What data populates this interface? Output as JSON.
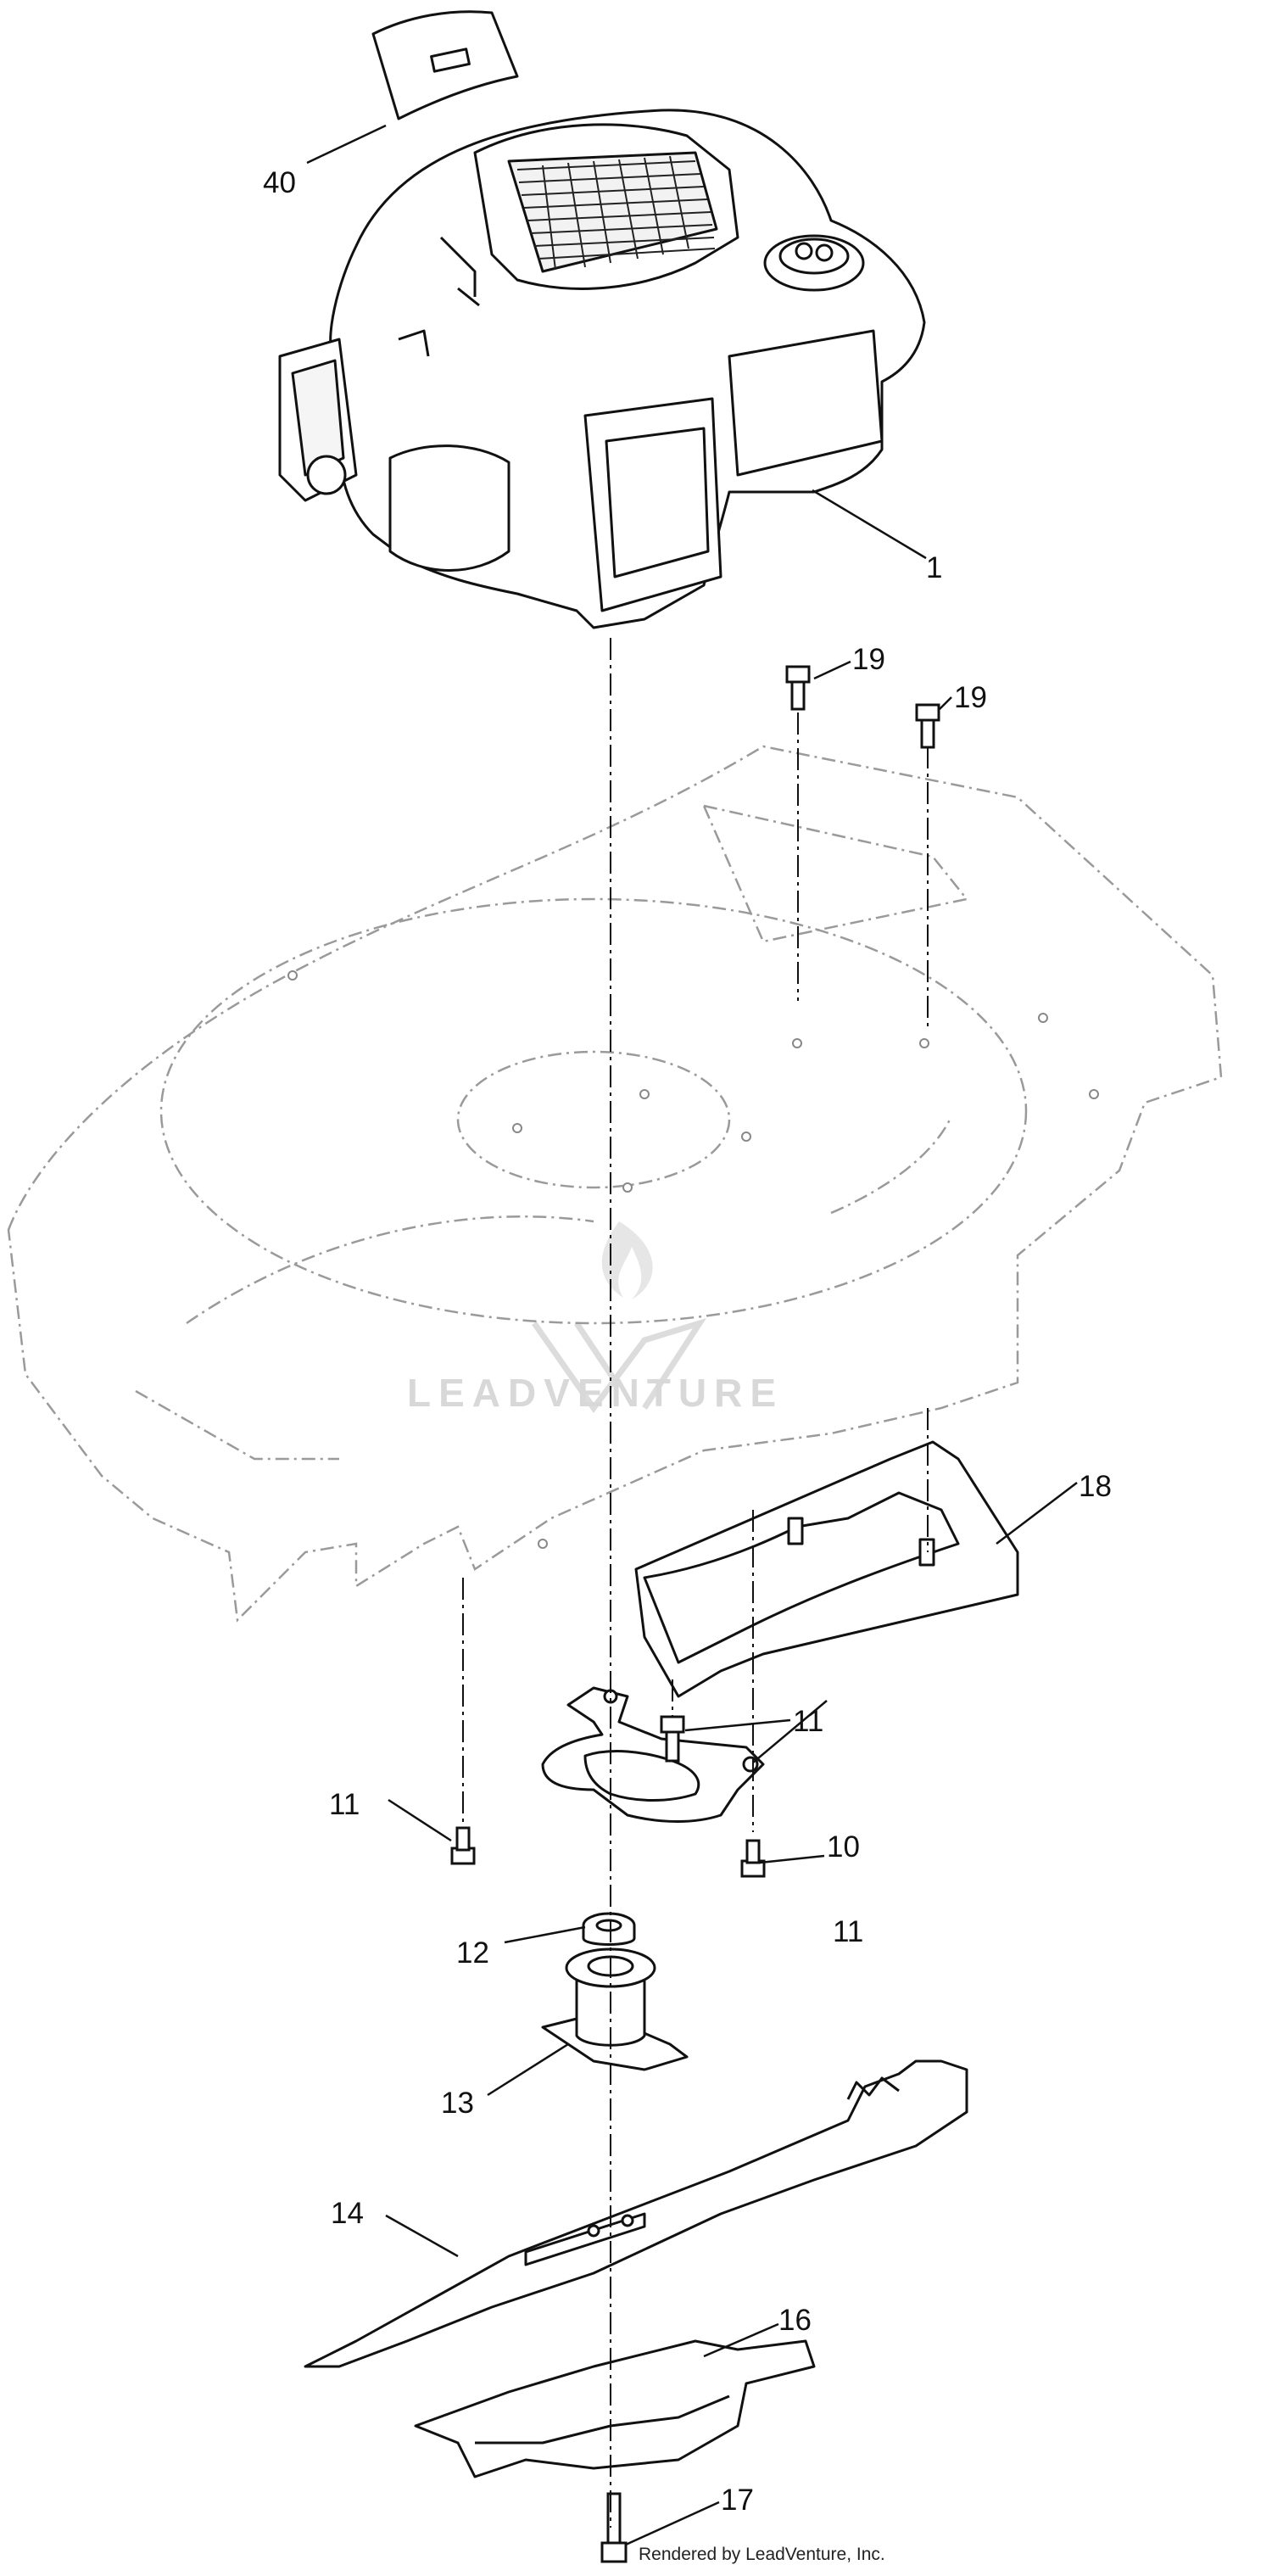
{
  "callouts": {
    "c40": "40",
    "c1": "1",
    "c19a": "19",
    "c19b": "19",
    "c18": "18",
    "c11a": "11",
    "c11b": "11",
    "c11c": "11",
    "c10": "10",
    "c12": "12",
    "c13": "13",
    "c14": "14",
    "c16": "16",
    "c17": "17"
  },
  "watermark": "LEADVENTURE",
  "credit": "Rendered by LeadVenture, Inc.",
  "colors": {
    "ink": "#111111",
    "phantom": "#9a9a9a",
    "watermark": "#d8d8d8"
  }
}
